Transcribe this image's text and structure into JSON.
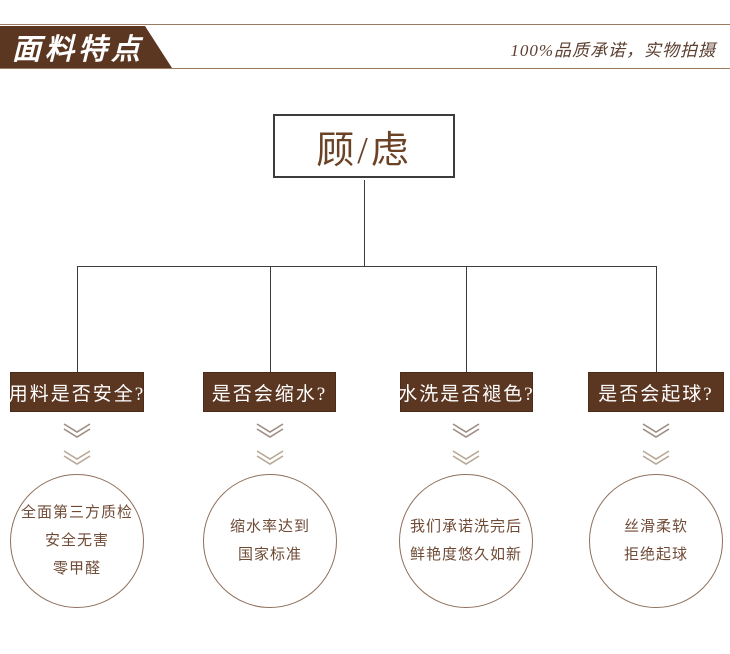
{
  "header": {
    "title": "面料特点",
    "tagline": "100%品质承诺，实物拍摄"
  },
  "icons": {
    "chevron": "double-chevron-down"
  },
  "colors": {
    "brand_brown": "#5b3621",
    "line_brown": "#9b7a5f",
    "text_brown": "#6f4b36",
    "root_text": "#6b4226",
    "connector": "#3c3c3c",
    "circle_border": "#8f705c",
    "chevron_dark": "#9d8d85",
    "chevron_light": "#b9a897"
  },
  "diagram": {
    "root_label": "顾/虑",
    "columns": [
      {
        "question": "用料是否安全?",
        "answer_lines": [
          "全面第三方质检",
          "安全无害",
          "零甲醛"
        ]
      },
      {
        "question": "是否会缩水?",
        "answer_lines": [
          "缩水率达到",
          "国家标准"
        ]
      },
      {
        "question": "水洗是否褪色?",
        "answer_lines": [
          "我们承诺洗完后",
          "鲜艳度悠久如新"
        ]
      },
      {
        "question": "是否会起球?",
        "answer_lines": [
          "丝滑柔软",
          "拒绝起球"
        ]
      }
    ]
  }
}
